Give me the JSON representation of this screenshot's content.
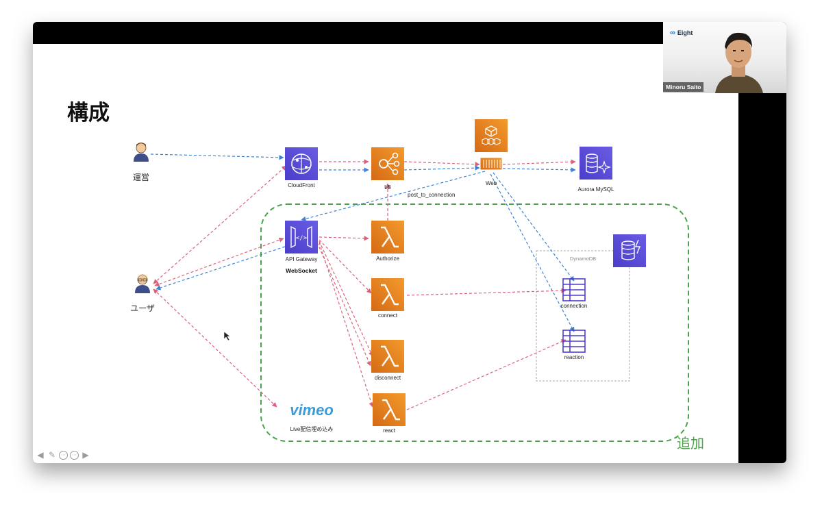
{
  "slide": {
    "title": "構成",
    "added_label": "追加",
    "nodes": {
      "admin": "運営",
      "user": "ユーザ",
      "cloudfront": "CloudFront",
      "lb": "LB",
      "web": "Web",
      "aurora": "Aurora MySQL",
      "api_gateway": "API Gateway",
      "websocket": "WebSocket",
      "authorize": "Authorize",
      "connect": "connect",
      "disconnect": "disconnect",
      "react": "react",
      "dynamodb": "DynamoDB",
      "connection": "connection",
      "reaction": "reaction",
      "vimeo": "vimeo",
      "live_embed": "Live配信埋め込み"
    },
    "edge_label": "post_to_connection",
    "colors": {
      "red": "#d9627a",
      "blue": "#3a83d6",
      "green": "#4aa14a",
      "lambda": "#e8851f",
      "purple": "#5a4ad1"
    }
  },
  "nav": {
    "prev": "◀",
    "pen": "✎",
    "menu1": "⋯",
    "menu2": "⋯",
    "next": "▶"
  },
  "video": {
    "logo": "Eight",
    "speaker": "Minoru Saito"
  }
}
